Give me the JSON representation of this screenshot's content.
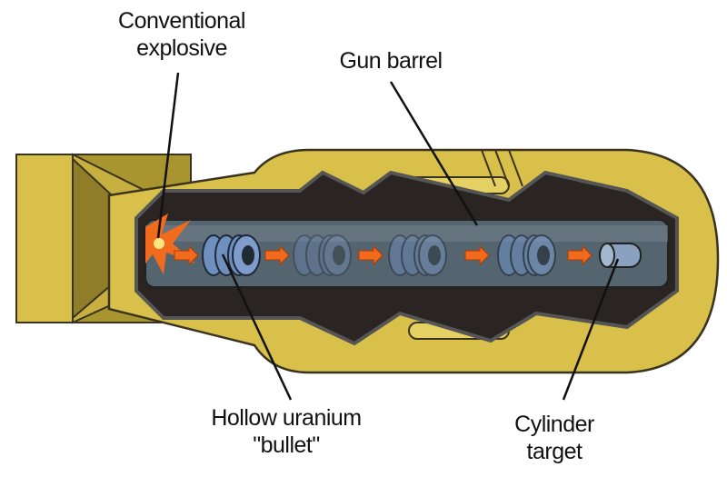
{
  "title": "Gun-type fission weapon diagram",
  "labels": {
    "explosive_line1": "Conventional",
    "explosive_line2": "explosive",
    "barrel": "Gun barrel",
    "bullet_line1": "Hollow uranium",
    "bullet_line2": "\"bullet\"",
    "target_line1": "Cylinder",
    "target_line2": "target"
  },
  "colors": {
    "casing": "#d8c04a",
    "casing_dark": "#8f7d2a",
    "cavity": "#2a2422",
    "barrel": "#55656f",
    "bullet": "#6f8fbf",
    "arrow": "#f26a1b"
  }
}
